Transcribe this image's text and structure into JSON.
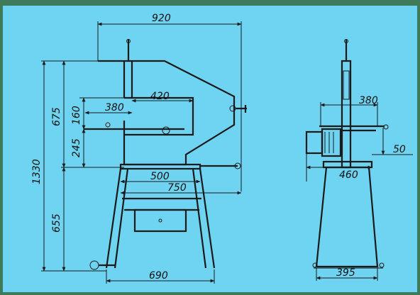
{
  "colors": {
    "sheet": "#6fd3f2",
    "lines": "#1a1a1a",
    "background_corner": "#3f7a5a"
  },
  "dimensions": {
    "width_920": "920",
    "throat_420": "420",
    "table_380": "380",
    "height_160": "160",
    "height_675": "675",
    "height_245": "245",
    "total_1330": "1330",
    "table_500": "500",
    "stand_750": "750",
    "leg_655": "655",
    "base_690": "690",
    "side_380": "380",
    "side_50": "50",
    "side_460": "460",
    "side_395": "395"
  }
}
